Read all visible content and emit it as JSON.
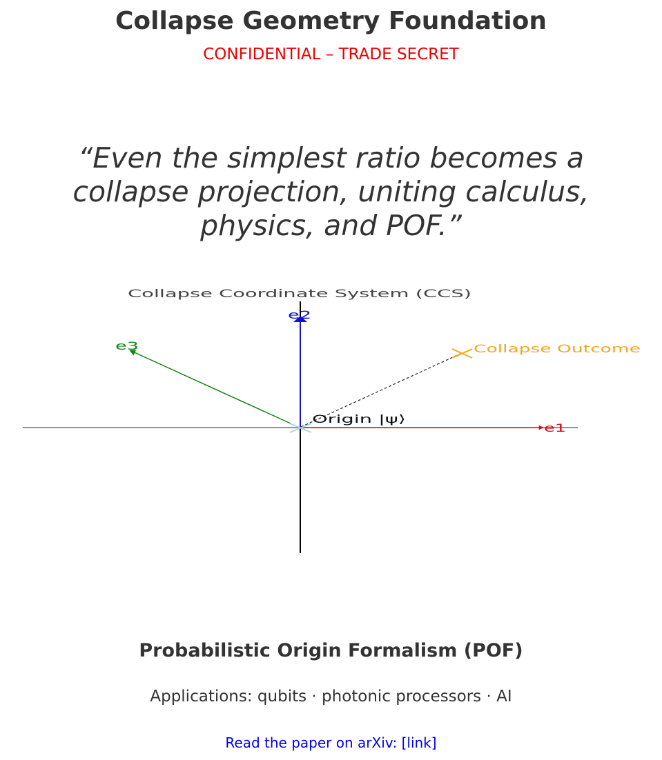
{
  "header": {
    "title": "Collapse Geometry Foundation",
    "confidential_label": "CONFIDENTIAL – TRADE SECRET"
  },
  "quote": {
    "text": "“Even the simplest ratio becomes a collapse projection, uniting calculus, physics, and POF.”"
  },
  "diagram": {
    "title": "Collapse Coordinate System (CCS)",
    "axes": {
      "e1_label": "e1",
      "e2_label": "e2",
      "e3_label": "e3"
    },
    "origin_label": "Origin |ψ⟩",
    "outcome_label": "Collapse Outcome",
    "colors": {
      "e1": "#dd1111",
      "e2": "#1111cc",
      "e3": "#118811",
      "outcome": "#f5a623",
      "origin_marker": "#a8d4e6",
      "axis": "#000000",
      "horizontal_axis": "#555555",
      "projection_line": "#222222",
      "title": "#444444"
    }
  },
  "footer": {
    "heading": "Probabilistic Origin Formalism (POF)",
    "applications": "Applications: qubits · photonic processors · AI",
    "paper_link_label": "Read the paper on arXiv: [link]",
    "colors": {
      "link": "#0000ee",
      "confidential": "#ee0000"
    }
  }
}
